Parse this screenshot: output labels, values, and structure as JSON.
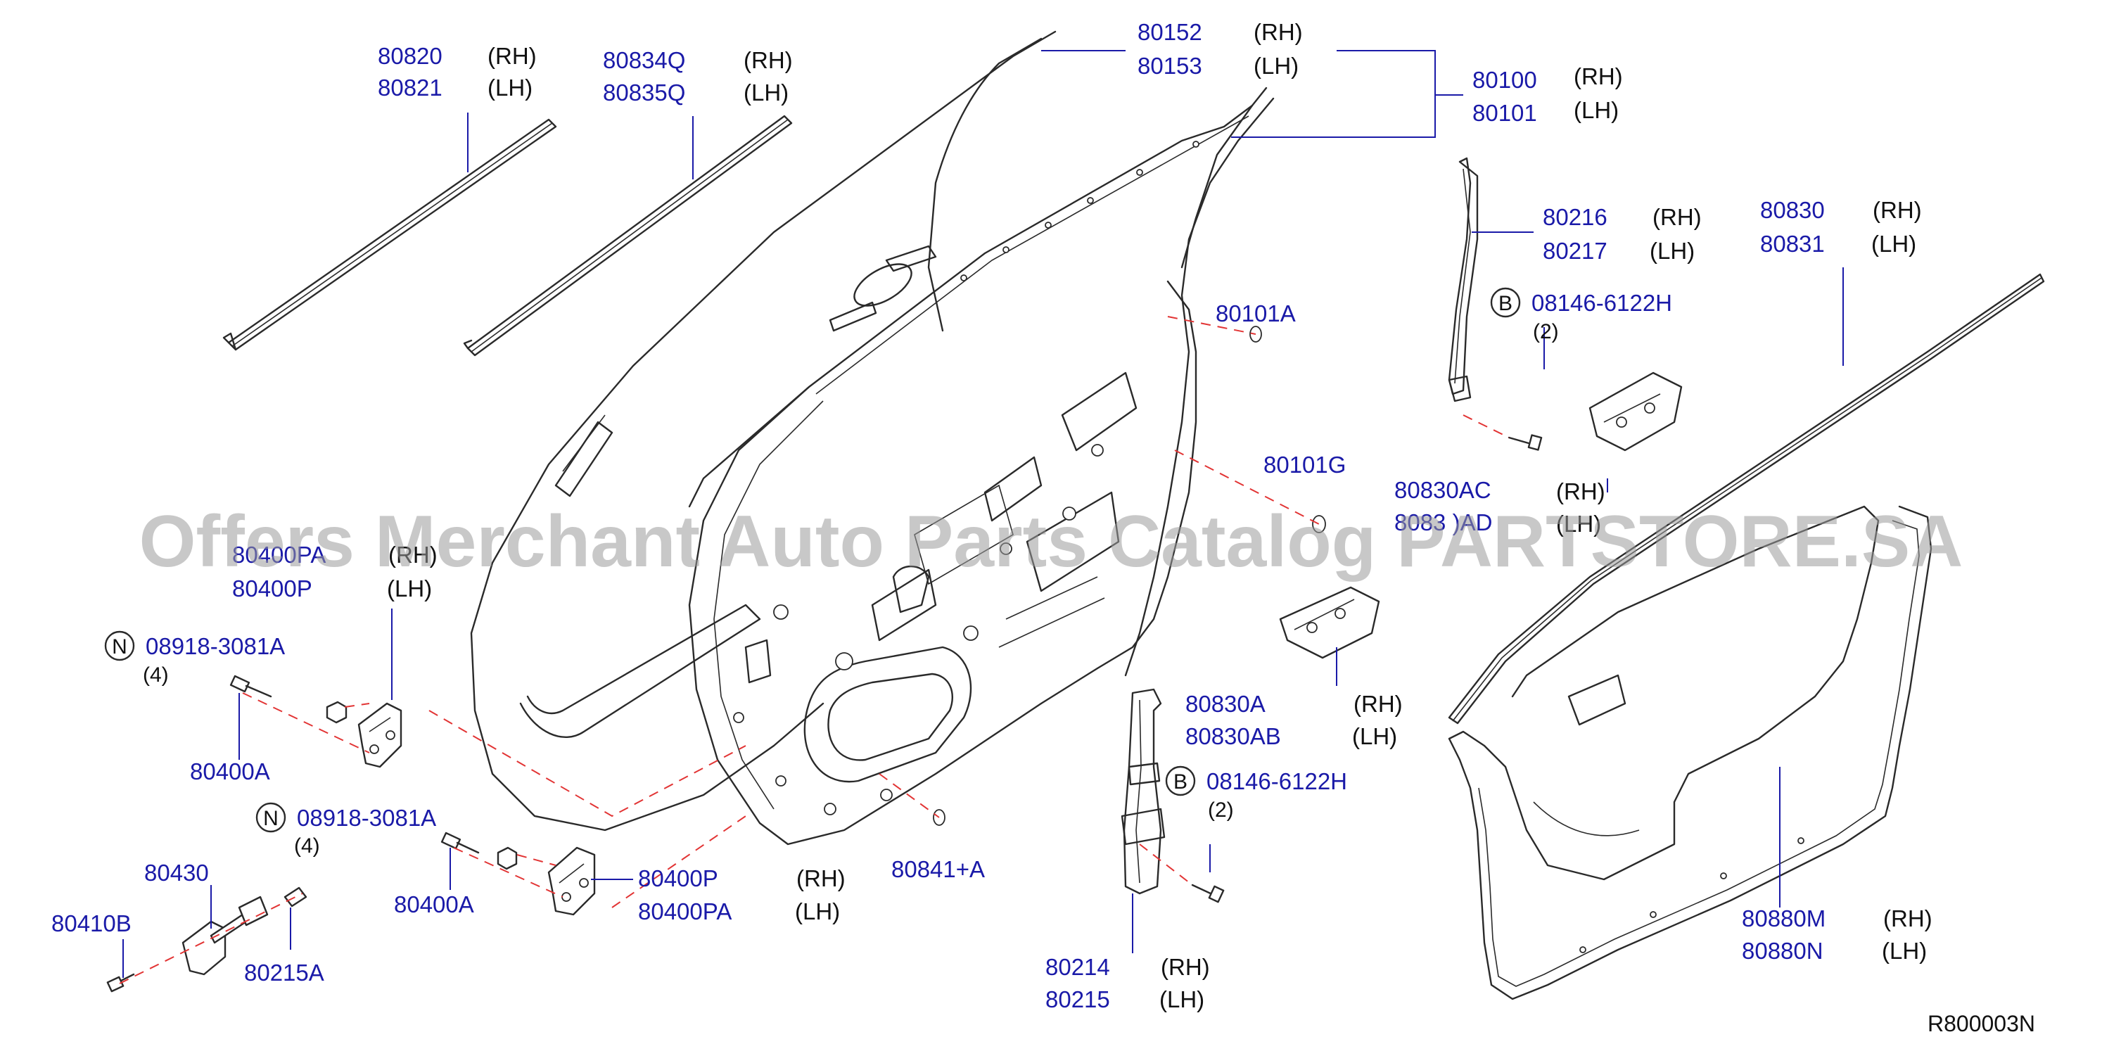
{
  "colors": {
    "part_number": "#1a1aa8",
    "leader_dash": "#e23434",
    "line": "#2a2a2a",
    "watermark": "#9a9a9a"
  },
  "callouts": {
    "c80820": {
      "pn1": "80820",
      "side1": "(RH)",
      "pn2": "80821",
      "side2": "(LH)"
    },
    "c80834": {
      "pn1": "80834Q",
      "side1": "(RH)",
      "pn2": "80835Q",
      "side2": "(LH)"
    },
    "c80152": {
      "pn1": "80152",
      "side1": "(RH)",
      "pn2": "80153",
      "side2": "(LH)"
    },
    "c80100": {
      "pn1": "80100",
      "side1": "(RH)",
      "pn2": "80101",
      "side2": "(LH)"
    },
    "c80216": {
      "pn1": "80216",
      "side1": "(RH)",
      "pn2": "80217",
      "side2": "(LH)"
    },
    "c80830": {
      "pn1": "80830",
      "side1": "(RH)",
      "pn2": "80831",
      "side2": "(LH)"
    },
    "c80101A": {
      "pn": "80101A"
    },
    "c80101G": {
      "pn": "80101G"
    },
    "c80830AC": {
      "pn1": "80830AC",
      "side1": "(RH)",
      "pn2": "8083 )AD",
      "side2": "(LH)"
    },
    "c80400PA": {
      "pn1": "80400PA",
      "side1": "(RH)",
      "pn2": "80400P",
      "side2": "(LH)"
    },
    "c80400A_1": {
      "pn": "80400A"
    },
    "c80400A_2": {
      "pn": "80400A"
    },
    "c80400P": {
      "pn1": "80400P",
      "side1": "(RH)",
      "pn2": "80400PA",
      "side2": "(LH)"
    },
    "c80841": {
      "pn": "80841+A"
    },
    "c80830A": {
      "pn1": "80830A",
      "side1": "(RH)",
      "pn2": "80830AB",
      "side2": "(LH)"
    },
    "c80214": {
      "pn1": "80214",
      "side1": "(RH)",
      "pn2": "80215",
      "side2": "(LH)"
    },
    "c80880": {
      "pn1": "80880M",
      "side1": "(RH)",
      "pn2": "80880N",
      "side2": "(LH)"
    },
    "c80430": {
      "pn": "80430"
    },
    "c80410B": {
      "pn": "80410B"
    },
    "c80215A": {
      "pn": "80215A"
    }
  },
  "fasteners": {
    "bolt_upper": {
      "badge": "B",
      "pn": "08146-6122H",
      "qty": "(2)"
    },
    "bolt_lower": {
      "badge": "B",
      "pn": "08146-6122H",
      "qty": "(2)"
    },
    "nut_upper": {
      "badge": "N",
      "pn": "08918-3081A",
      "qty": "(4)"
    },
    "nut_lower": {
      "badge": "N",
      "pn": "08918-3081A",
      "qty": "(4)"
    }
  },
  "watermark": "Offers Merchant Auto Parts Catalog PARTSTORE.SA",
  "diagram_ref": "R800003N"
}
